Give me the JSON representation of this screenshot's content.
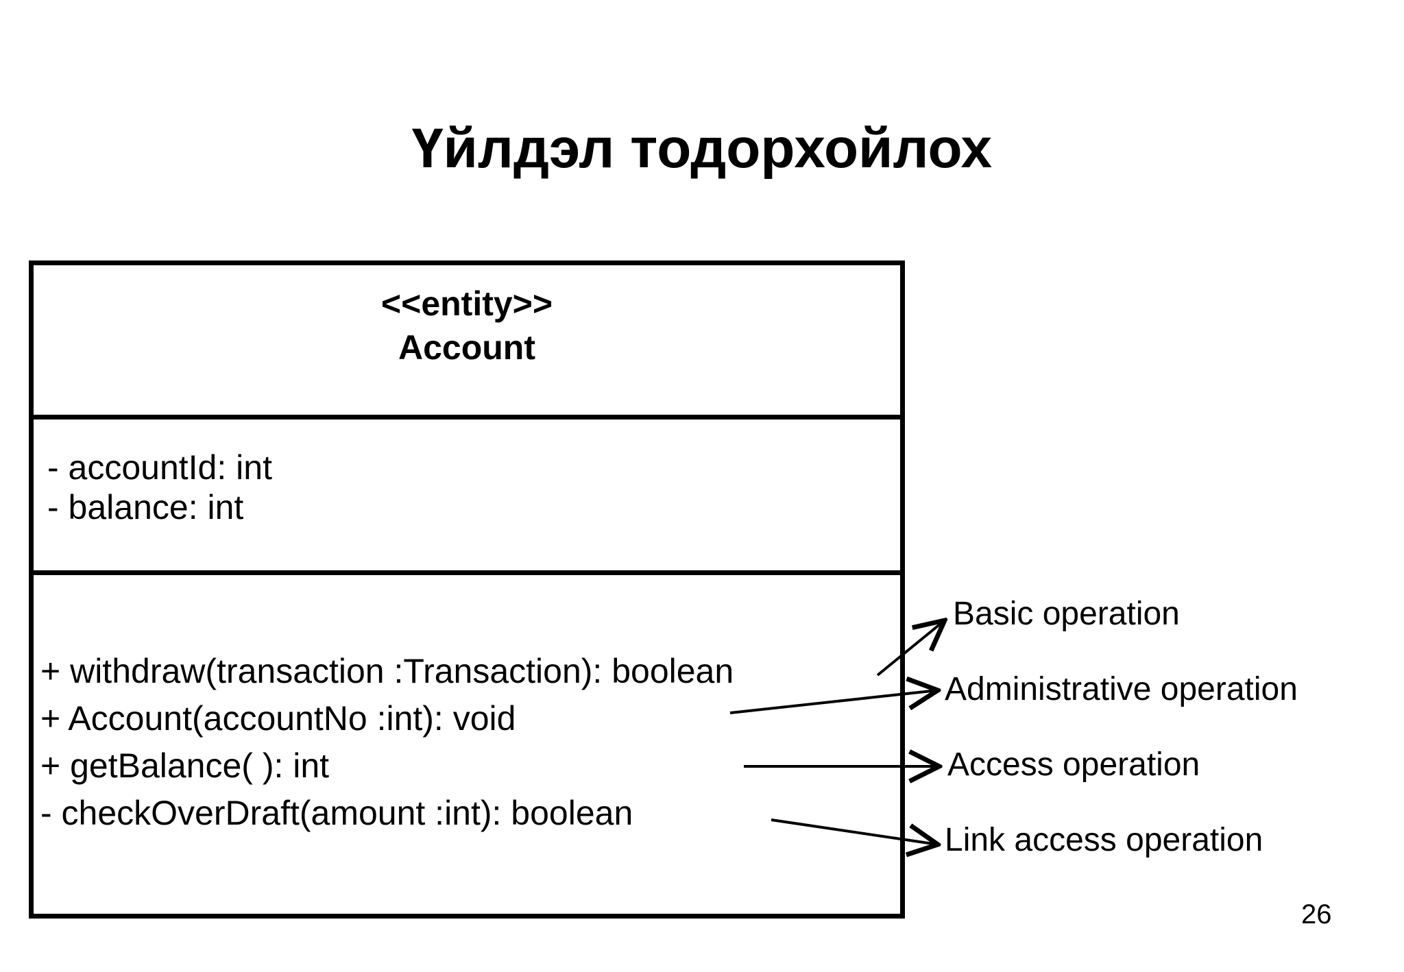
{
  "slide": {
    "title": "Үйлдэл тодорхойлох",
    "page_number": "26",
    "background_color": "#ffffff",
    "ink_color": "#000000"
  },
  "class_box": {
    "stereotype": "<<entity>>",
    "class_name": "Account",
    "attributes": [
      "- accountId: int",
      "- balance: int"
    ],
    "operations": [
      "+ withdraw(transaction :Transaction): boolean",
      "+ Account(accountNo :int): void",
      "+ getBalance( ): int",
      "- checkOverDraft(amount :int): boolean"
    ]
  },
  "annotations": [
    {
      "label": "Basic operation",
      "target_operation": "+ withdraw(transaction :Transaction): boolean"
    },
    {
      "label": "Administrative operation",
      "target_operation": "+ Account(accountNo :int): void"
    },
    {
      "label": "Access operation",
      "target_operation": "+ getBalance( ): int"
    },
    {
      "label": "Link access operation",
      "target_operation": "- checkOverDraft(amount :int): boolean"
    }
  ]
}
